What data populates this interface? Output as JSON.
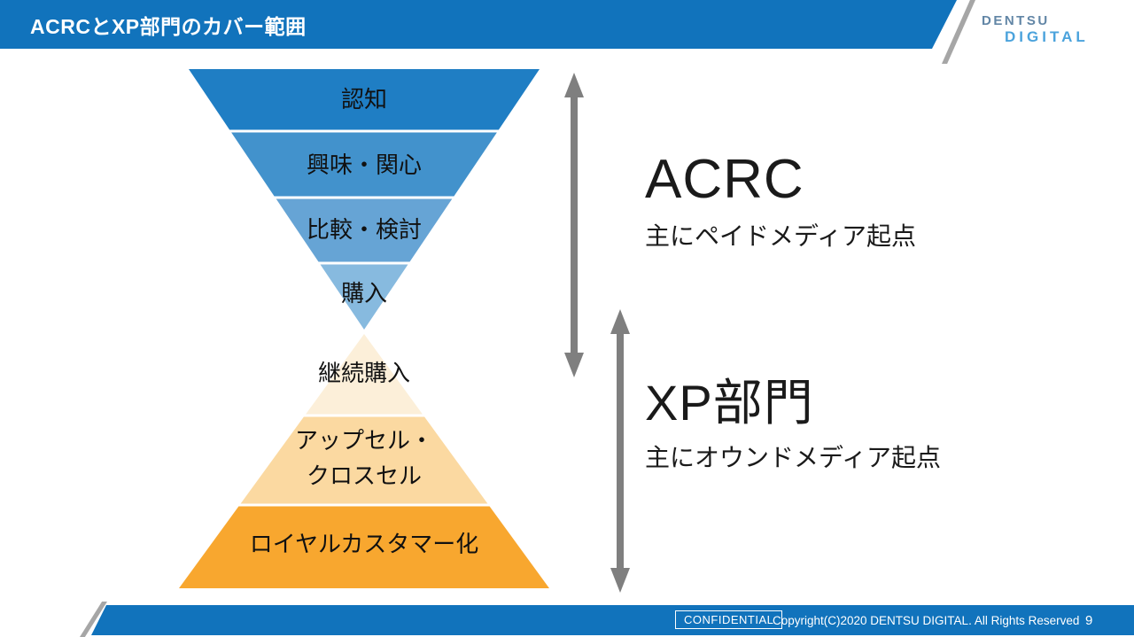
{
  "header": {
    "title": "ACRCとXP部門のカバー範囲"
  },
  "logo": {
    "top": "DENTSU",
    "bottom": "DIGITAL"
  },
  "funnel": {
    "levels": [
      {
        "label": "認知"
      },
      {
        "label": "興味・関心"
      },
      {
        "label": "比較・検討"
      },
      {
        "label": "購入"
      }
    ]
  },
  "pyramid": {
    "levels": [
      {
        "label": "継続購入"
      },
      {
        "label": "アップセル・\nクロスセル"
      },
      {
        "label": "ロイヤルカスタマー化"
      }
    ]
  },
  "annotations": {
    "acrc": {
      "heading": "ACRC",
      "subheading": "主にペイドメディア起点"
    },
    "xp": {
      "heading": "XP部門",
      "subheading": "主にオウンドメディア起点"
    }
  },
  "footer": {
    "confidential": "CONFIDENTIAL",
    "copyright": "Copyright(C)2020 DENTSU DIGITAL. All Rights Reserved",
    "page_number": "9"
  },
  "colors": {
    "bar_blue": "#1173BC",
    "slash_gray": "#A6A6A6",
    "funnel_levels": [
      "#1F7EC4",
      "#4292CC",
      "#66A4D5",
      "#87BADF"
    ],
    "pyramid_levels": [
      "#FCEFD9",
      "#FBD9A1",
      "#F8A72F"
    ],
    "arrow_gray": "#7F7F7F",
    "logo_dentsu": "#6286A6",
    "logo_digital": "#4BA3DC",
    "text_black": "#1A1A1A"
  }
}
